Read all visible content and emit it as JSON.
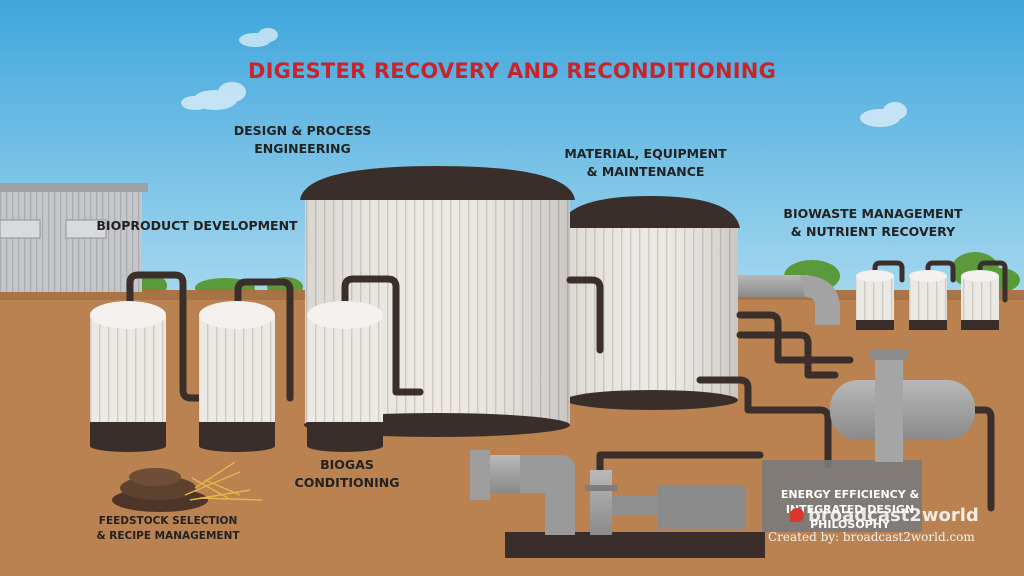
{
  "title": "DIGESTER RECOVERY AND RECONDITIONING",
  "labels": {
    "design_process": "DESIGN & PROCESS\nENGINEERING",
    "material_equipment": "MATERIAL, EQUIPMENT\n& MAINTENANCE",
    "bioproduct": "BIOPRODUCT  DEVELOPMENT",
    "biowaste": "BIOWASTE MANAGEMENT\n& NUTRIENT RECOVERY",
    "biogas": "BIOGAS\nCONDITIONING",
    "feedstock": "FEEDSTOCK SELECTION\n& RECIPE MANAGEMENT",
    "energy": "ENERGY EFFICIENCY &\nINTEGRATED DESIGN\nPHILOSOPHY"
  },
  "watermark": {
    "logo_text": "broadcast2world",
    "credit": "Created by: broadcast2world.com"
  },
  "colors": {
    "sky": "#4aaee0",
    "ground": "#b98250",
    "tank": "#ece8e4",
    "dome": "#3a2e2a",
    "pipe": "#3b2f2c",
    "machinery": "#9a9a9a",
    "title": "#c9242b"
  }
}
